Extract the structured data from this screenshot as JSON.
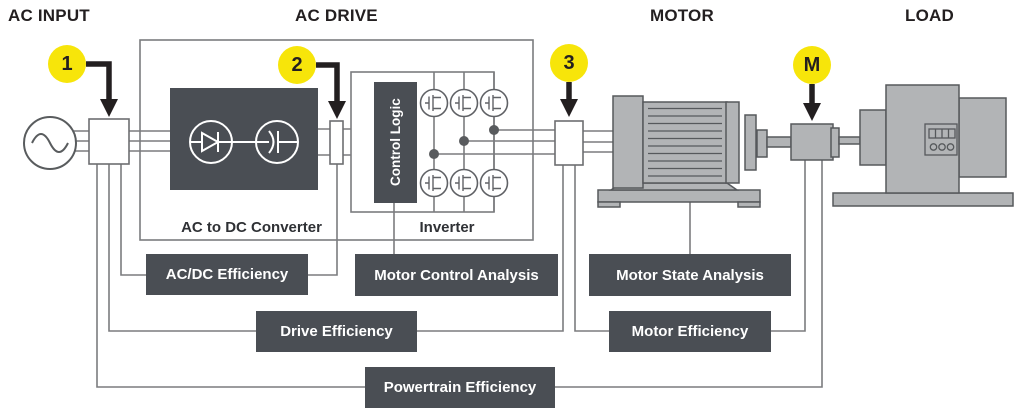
{
  "sections": {
    "ac_input": "AC INPUT",
    "ac_drive": "AC DRIVE",
    "motor": "MOTOR",
    "load": "LOAD"
  },
  "points": {
    "p1": "1",
    "p2": "2",
    "p3": "3",
    "m": "M"
  },
  "blocks": {
    "converter": "AC to DC Converter",
    "inverter": "Inverter",
    "control_logic": "Control Logic"
  },
  "analysis": {
    "acdc": "AC/DC Efficiency",
    "motor_control": "Motor Control Analysis",
    "motor_state": "Motor State Analysis",
    "drive": "Drive Efficiency",
    "motor_eff": "Motor Efficiency",
    "powertrain": "Powertrain Efficiency"
  },
  "colors": {
    "accent_yellow": "#f7e50a",
    "dark_box": "#4a4e54",
    "line_gray": "#7b7c7f",
    "machine_fill": "#b2b4b6",
    "machine_stroke": "#56595c",
    "arrow_black": "#231f20"
  }
}
